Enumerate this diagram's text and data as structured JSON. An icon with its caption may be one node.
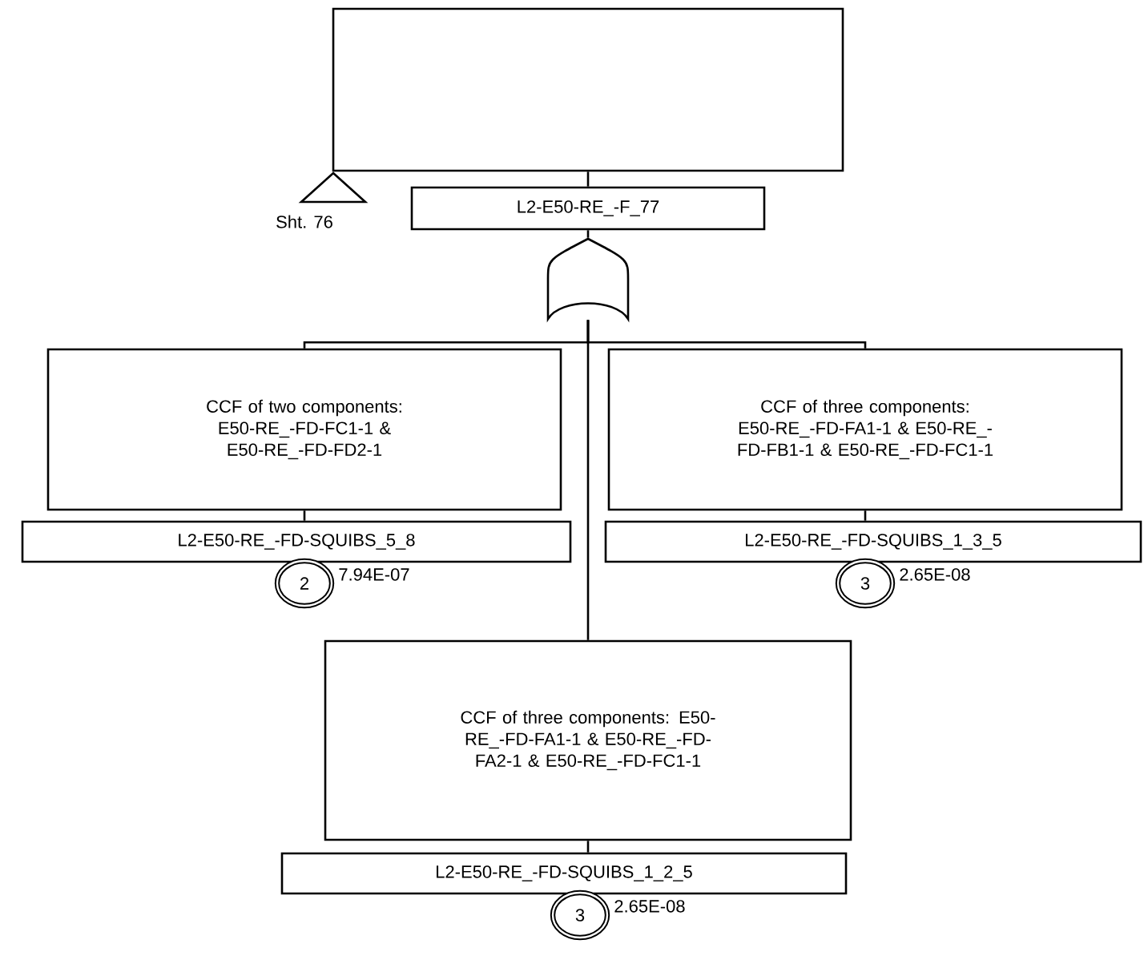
{
  "diagram": {
    "nodes": [
      {
        "text": [],
        "shape": "box"
      },
      {
        "text": [],
        "shape": "triangle",
        "beside": [
          "Sht. 76"
        ]
      },
      {
        "text": [
          "L2-E50-RE_-F_77"
        ]
      },
      {
        "text": [],
        "shape": "gate"
      },
      {
        "text": [
          "CCF of two components: E50-RE_-FD-FC1-1 & E50-RE_-FD-FD2-1"
        ]
      },
      {
        "text": [
          "L2-E50-RE_-FD-SQUIBS_5_8"
        ]
      },
      {
        "text": [
          "2"
        ],
        "beside": [
          "7.94E-07"
        ]
      },
      {
        "text": [
          "CCF of three components: E50-RE_-FD-FA1-1 & E50-RE_-FD-FB1-1 & E50-RE_-FD-FC1-1"
        ]
      },
      {
        "text": [
          "L2-E50-RE_-FD-SQUIBS_1_3_5"
        ]
      },
      {
        "text": [
          "3"
        ],
        "beside": [
          "2.65E-08"
        ]
      },
      {
        "text": [
          "CCF of three components: E50-RE_-FD-FA1-1 & E50-RE_-FD-FA2-1 & E50-RE_-FD-FC1-1"
        ]
      },
      {
        "text": [
          "L2-E50-RE_-FD-SQUIBS_1_2_5"
        ]
      },
      {
        "text": [
          "3"
        ],
        "beside": [
          "2.65E-08"
        ]
      }
    ],
    "edges": [
      {
        "from": 0,
        "to": 2,
        "arrow": "none"
      },
      {
        "from": 2,
        "to": 3,
        "arrow": "none"
      },
      {
        "from": 3,
        "to": 4,
        "arrow": "none"
      },
      {
        "from": 3,
        "to": 7,
        "arrow": "none"
      },
      {
        "from": 3,
        "to": 10,
        "arrow": "none"
      },
      {
        "from": 4,
        "to": 5,
        "arrow": "none"
      },
      {
        "from": 7,
        "to": 8,
        "arrow": "none"
      },
      {
        "from": 10,
        "to": 11,
        "arrow": "none"
      }
    ]
  }
}
